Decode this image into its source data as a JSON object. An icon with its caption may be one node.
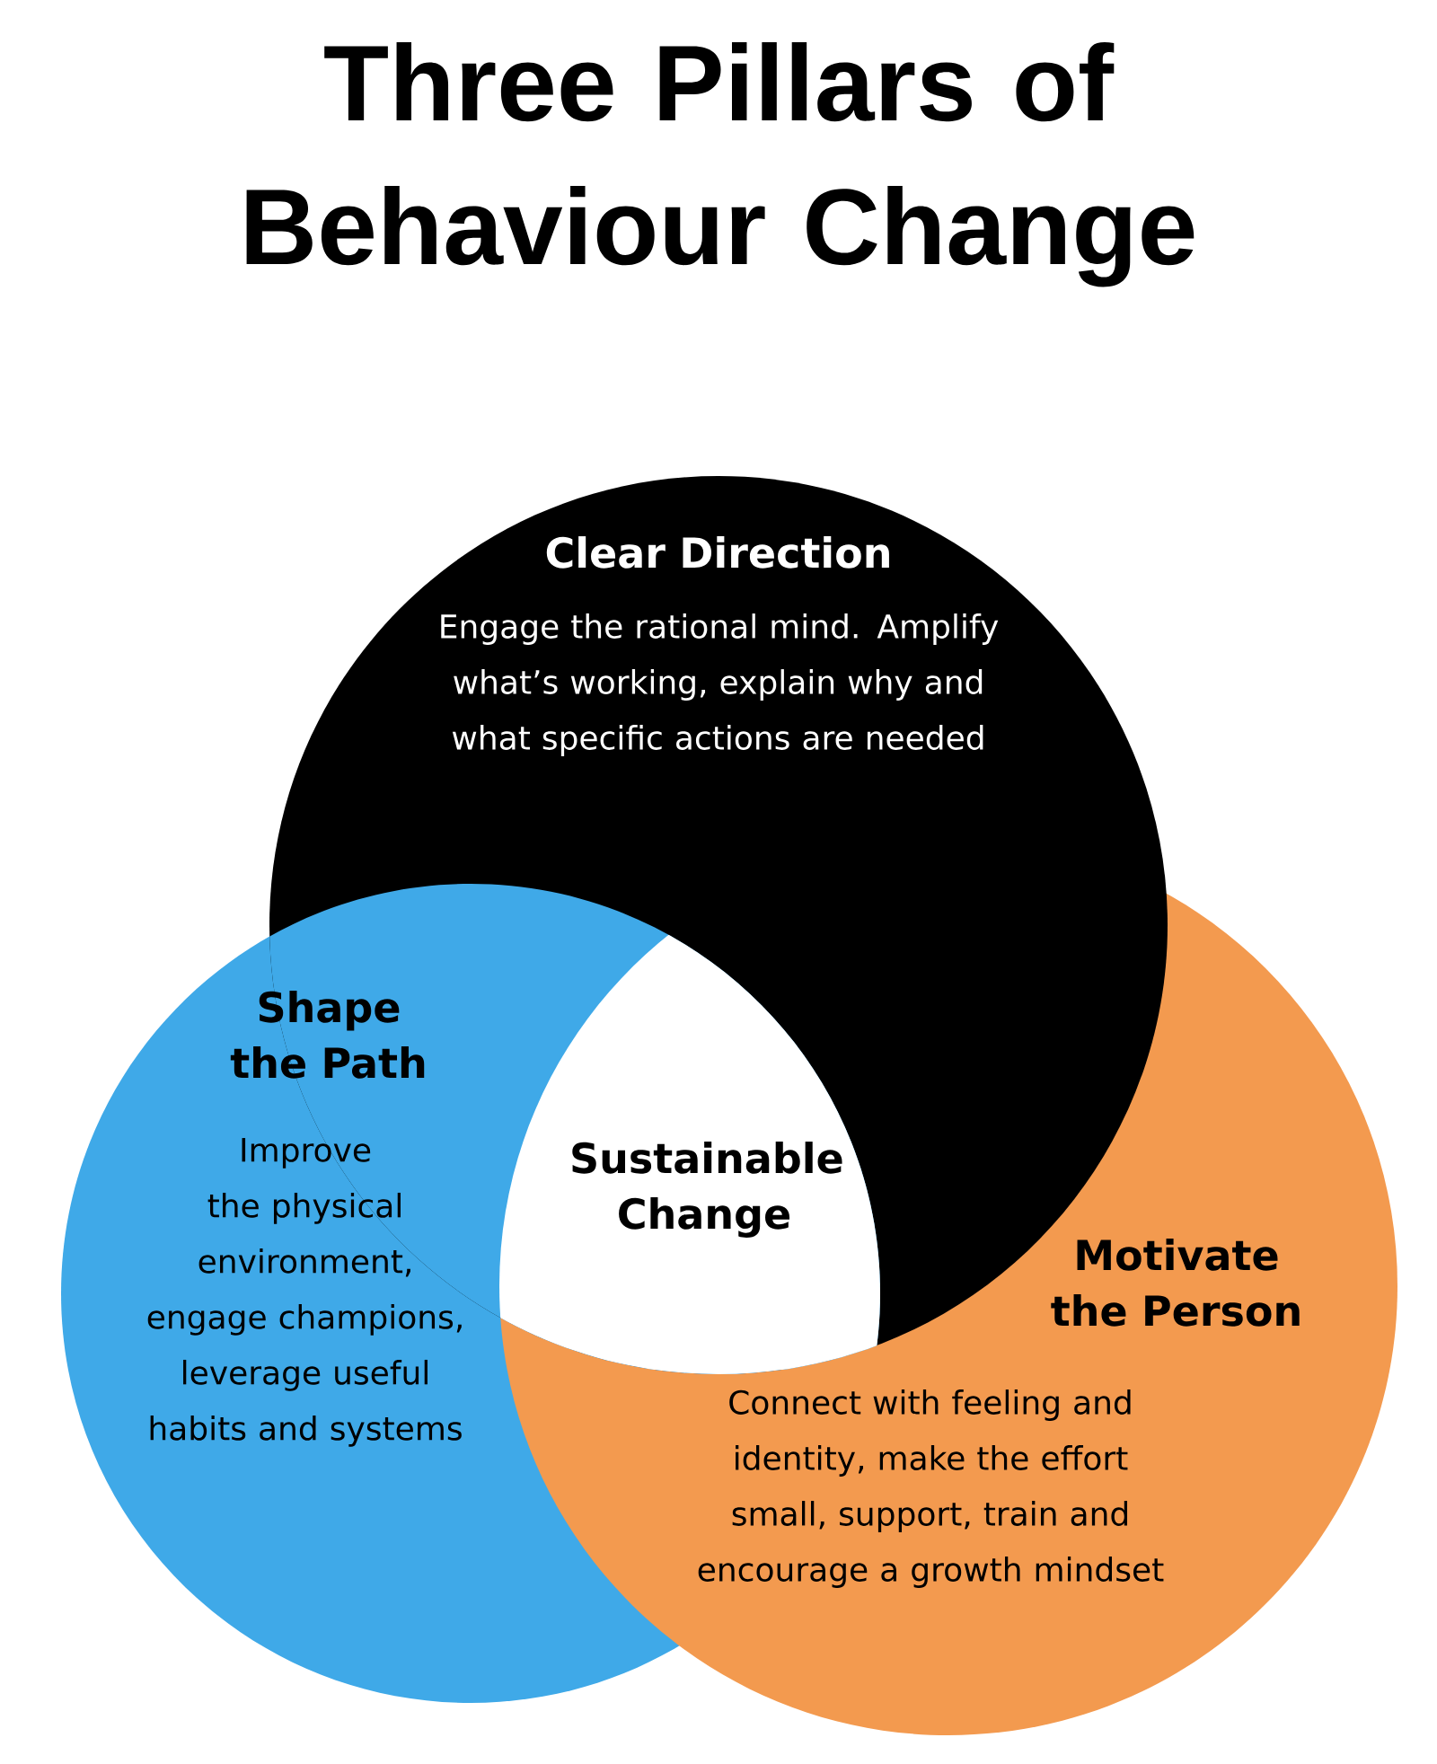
{
  "diagram": {
    "title": "Three Pillars of Behaviour Change",
    "nodes": [
      {
        "text": [
          "Clear Direction",
          "Engage the rational mind. Amplify what’s working, explain why and what specific actions are needed"
        ]
      },
      {
        "text": [
          "Shape the Path",
          "Improve the physical environment, engage champions, leverage useful habits and systems"
        ]
      },
      {
        "text": [
          "Sustainable Change"
        ]
      },
      {
        "text": [
          "Motivate the Person",
          "Connect with feeling and identity, make the effort small, support, train and encourage a growth mindset"
        ]
      }
    ],
    "edges": []
  }
}
